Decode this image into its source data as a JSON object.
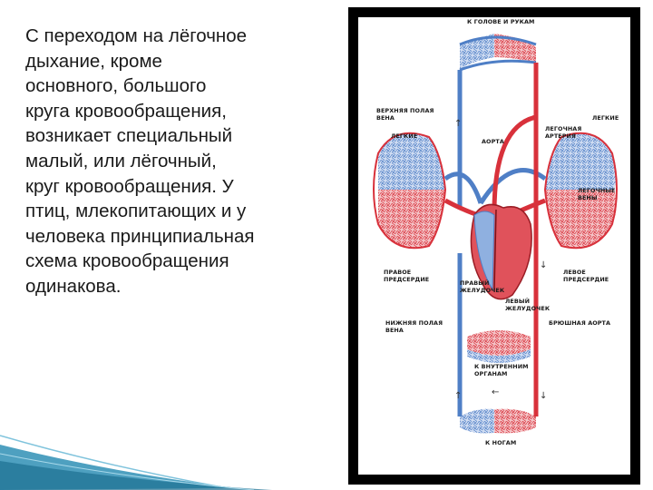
{
  "slide": {
    "paragraph_lines": [
      "С переходом на лёгочное",
      "дыхание, кроме",
      "основного, большого",
      "круга кровообращения,",
      "возникает специальный",
      "малый, или лёгочный,",
      "круг кровообращения. У",
      "птиц, млекопитающих и у",
      "человека принципиальная",
      "схема кровообращения",
      "одинакова."
    ]
  },
  "diagram": {
    "labels": {
      "head_arms": "К ГОЛОВЕ И РУКАМ",
      "sup_vena_cava_1": "ВЕРХНЯЯ ПОЛАЯ",
      "sup_vena_cava_2": "ВЕНА",
      "lungs_left": "ЛЕГКИЕ",
      "lungs_right": "ЛЕГКИЕ",
      "aorta": "АОРТА",
      "pulm_artery_1": "ЛЕГОЧНАЯ",
      "pulm_artery_2": "АРТЕРИЯ",
      "pulm_veins_1": "ЛЕГОЧНЫЕ",
      "pulm_veins_2": "ВЕНЫ",
      "right_atrium_1": "ПРАВОЕ",
      "right_atrium_2": "ПРЕДСЕРДИЕ",
      "left_atrium_1": "ЛЕВОЕ",
      "left_atrium_2": "ПРЕДСЕРДИЕ",
      "right_ventricle_1": "ПРАВЫЙ",
      "right_ventricle_2": "ЖЕЛУДОЧЕК",
      "left_ventricle_1": "ЛЕВЫЙ",
      "left_ventricle_2": "ЖЕЛУДОЧЕК",
      "inf_vena_cava_1": "НИЖНЯЯ ПОЛАЯ",
      "inf_vena_cava_2": "ВЕНА",
      "abdominal_aorta": "БРЮШНАЯ АОРТА",
      "internal_organs_1": "К ВНУТРЕННИМ",
      "internal_organs_2": "ОРГАНАМ",
      "legs": "К НОГАМ"
    },
    "colors": {
      "arterial": "#d8313b",
      "venous": "#4f7fc6",
      "frame": "#000000",
      "accent_decor": "#2f8fb5"
    }
  }
}
